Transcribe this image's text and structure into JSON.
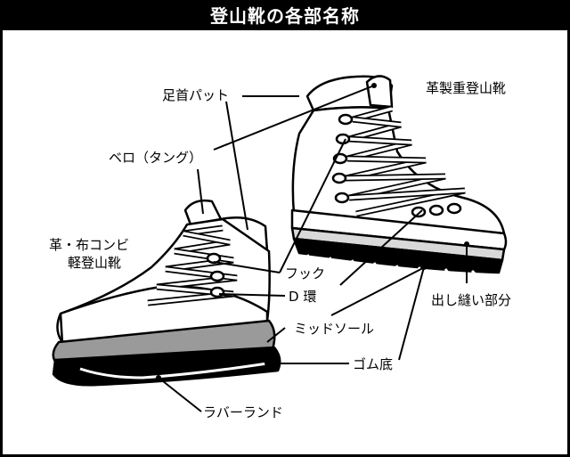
{
  "title": "登山靴の各部名称",
  "labels": {
    "ashikubi_pad": "足首パット",
    "kawa_seijusantouka": "革製重登山靴",
    "bero": "ベロ（タング）",
    "kawa_nuno_line1": "革・布コンビ",
    "kawa_nuno_line2": "軽登山靴",
    "hook": "フック",
    "d_kan": "D 環",
    "demi_sole": "ミッドソール",
    "dashinui": "出し縫い部分",
    "gomu_soko": "ゴム底",
    "rubber_rand": "ラバーランド"
  },
  "colors": {
    "ink": "#000000",
    "paper": "#ffffff",
    "shade": "#9a9a9a",
    "light_shade": "#d9d9d9"
  }
}
